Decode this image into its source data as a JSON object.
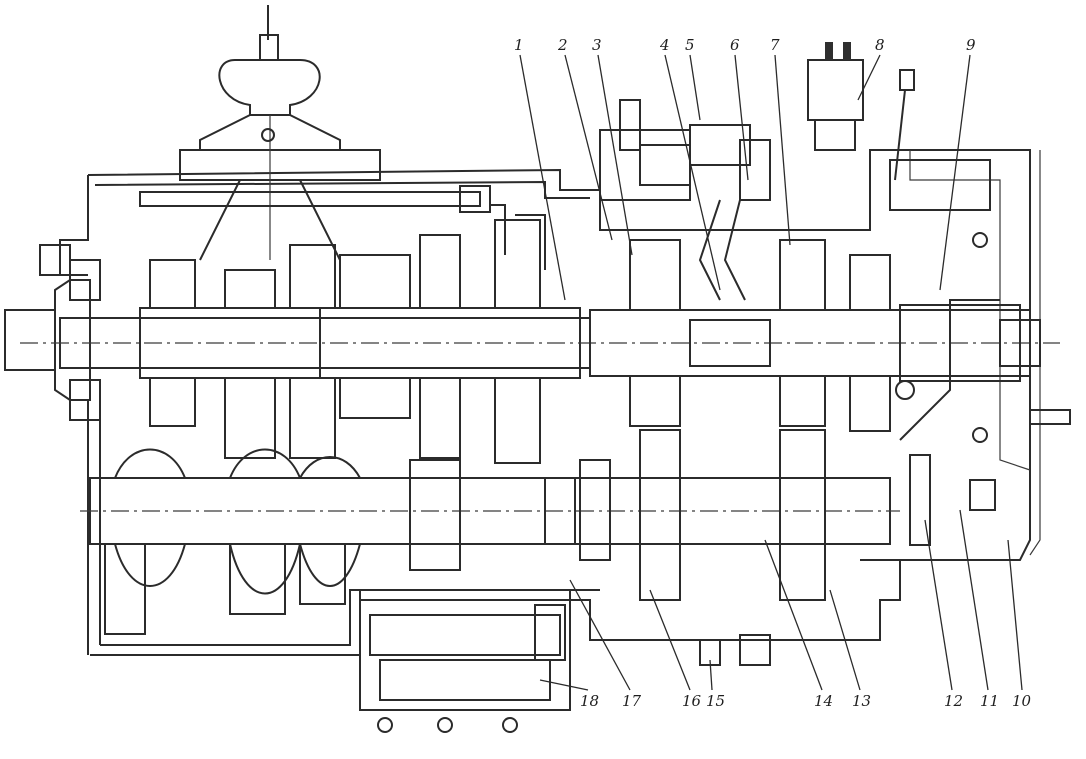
{
  "labels": [
    {
      "id": "l1",
      "text": "1"
    },
    {
      "id": "l2",
      "text": "2"
    },
    {
      "id": "l3",
      "text": "3"
    },
    {
      "id": "l4",
      "text": "4"
    },
    {
      "id": "l5",
      "text": "5"
    },
    {
      "id": "l6",
      "text": "6"
    },
    {
      "id": "l7",
      "text": "7"
    },
    {
      "id": "l8",
      "text": "8"
    },
    {
      "id": "l9",
      "text": "9"
    },
    {
      "id": "l10",
      "text": "10"
    },
    {
      "id": "l11",
      "text": "11"
    },
    {
      "id": "l12",
      "text": "12"
    },
    {
      "id": "l13",
      "text": "13"
    },
    {
      "id": "l14",
      "text": "14"
    },
    {
      "id": "l15",
      "text": "15"
    },
    {
      "id": "l16",
      "text": "16"
    },
    {
      "id": "l17",
      "text": "17"
    },
    {
      "id": "l18",
      "text": "18"
    }
  ]
}
